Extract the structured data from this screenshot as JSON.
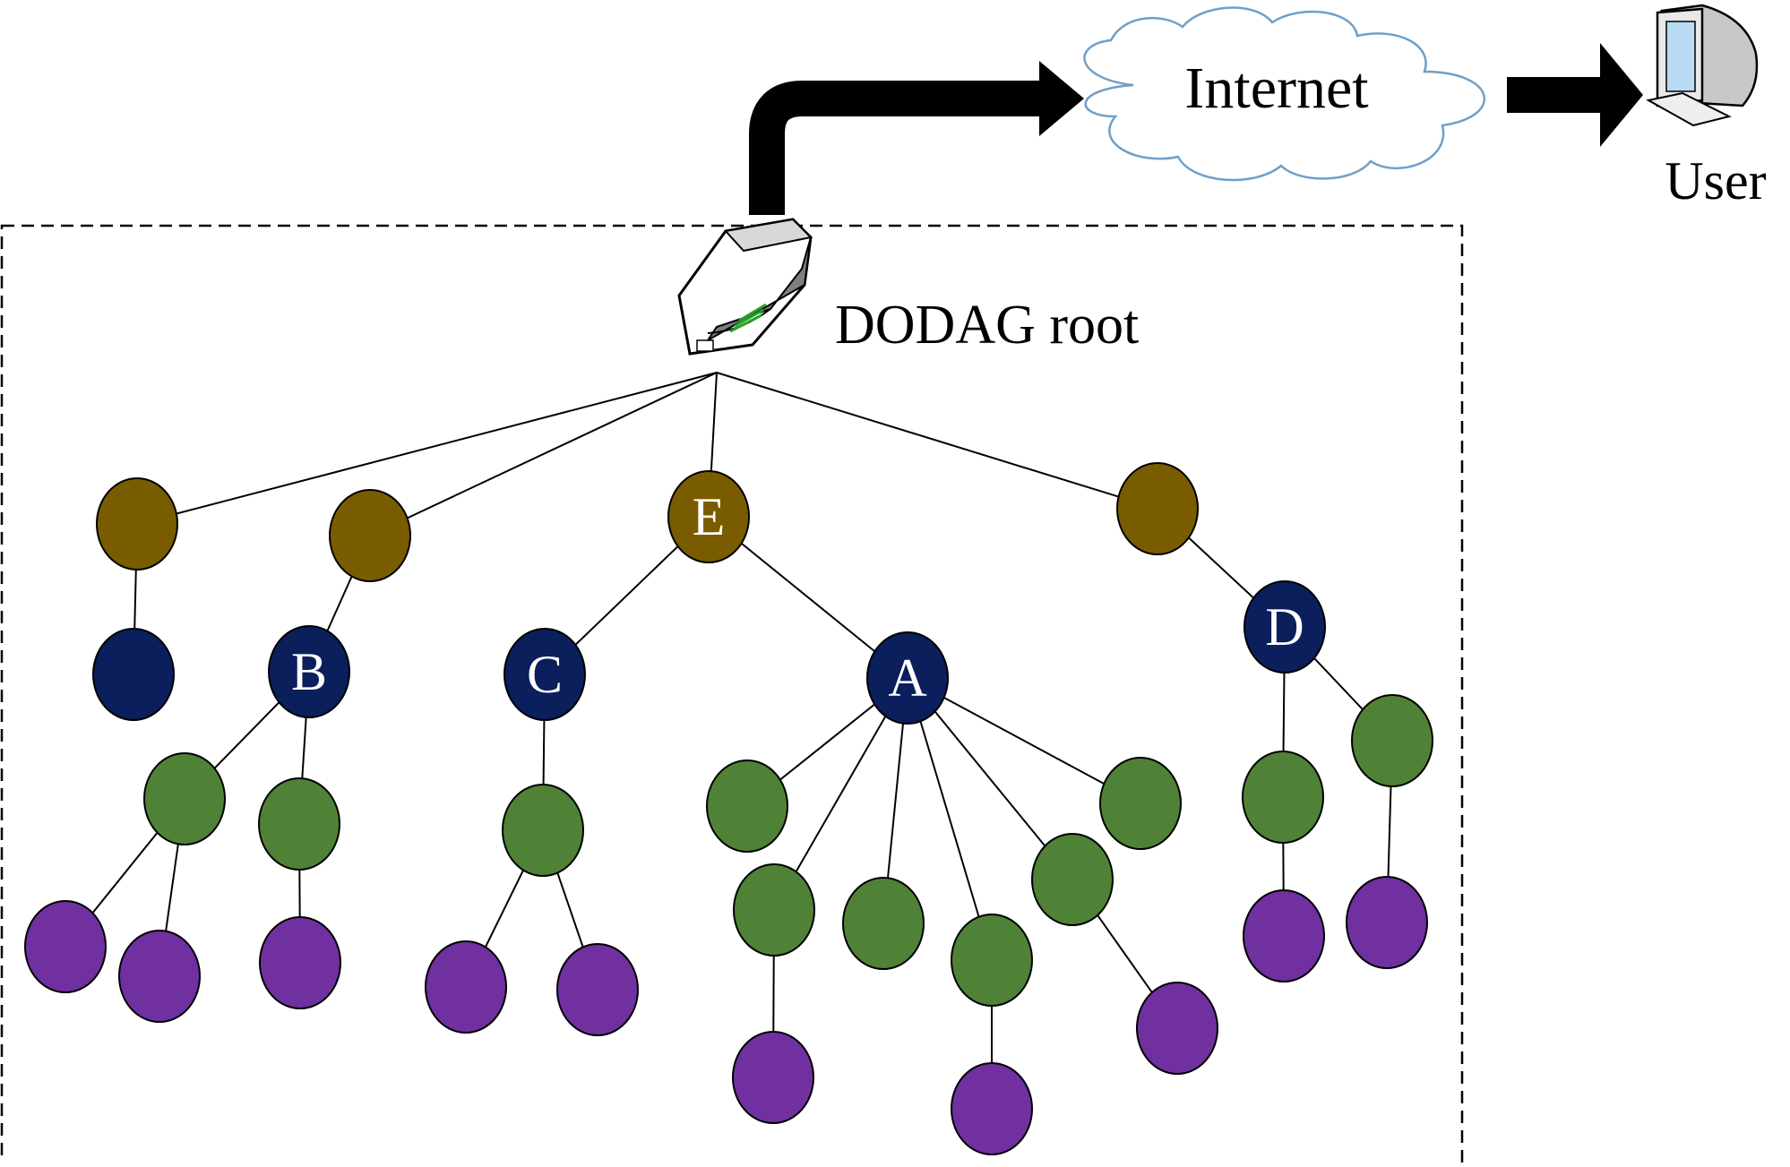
{
  "labels": {
    "internet": "Internet",
    "user": "User",
    "root": "DODAG root"
  },
  "nodes": [
    {
      "id": "n1",
      "level": 1,
      "label": ""
    },
    {
      "id": "n2",
      "level": 1,
      "label": ""
    },
    {
      "id": "E",
      "level": 1,
      "label": "E"
    },
    {
      "id": "n4",
      "level": 1,
      "label": ""
    },
    {
      "id": "n5",
      "level": 2,
      "label": ""
    },
    {
      "id": "B",
      "level": 2,
      "label": "B"
    },
    {
      "id": "C",
      "level": 2,
      "label": "C"
    },
    {
      "id": "A",
      "level": 2,
      "label": "A"
    },
    {
      "id": "D",
      "level": 2,
      "label": "D"
    },
    {
      "id": "g1",
      "level": 3,
      "label": ""
    },
    {
      "id": "g2",
      "level": 3,
      "label": ""
    },
    {
      "id": "g3",
      "level": 3,
      "label": ""
    },
    {
      "id": "g4",
      "level": 3,
      "label": ""
    },
    {
      "id": "g5",
      "level": 3,
      "label": ""
    },
    {
      "id": "g6",
      "level": 3,
      "label": ""
    },
    {
      "id": "g7",
      "level": 3,
      "label": ""
    },
    {
      "id": "g8",
      "level": 3,
      "label": ""
    },
    {
      "id": "g9",
      "level": 3,
      "label": ""
    },
    {
      "id": "g10",
      "level": 3,
      "label": ""
    },
    {
      "id": "g11",
      "level": 3,
      "label": ""
    },
    {
      "id": "p1",
      "level": 4,
      "label": ""
    },
    {
      "id": "p2",
      "level": 4,
      "label": ""
    },
    {
      "id": "p3",
      "level": 4,
      "label": ""
    },
    {
      "id": "p4",
      "level": 4,
      "label": ""
    },
    {
      "id": "p5",
      "level": 4,
      "label": ""
    },
    {
      "id": "p6",
      "level": 4,
      "label": ""
    },
    {
      "id": "p7",
      "level": 4,
      "label": ""
    },
    {
      "id": "p8",
      "level": 4,
      "label": ""
    },
    {
      "id": "p9",
      "level": 4,
      "label": ""
    },
    {
      "id": "p10",
      "level": 4,
      "label": ""
    }
  ],
  "edges": [
    [
      "root",
      "n1"
    ],
    [
      "root",
      "n2"
    ],
    [
      "root",
      "E"
    ],
    [
      "root",
      "n4"
    ],
    [
      "n1",
      "n5"
    ],
    [
      "n2",
      "B"
    ],
    [
      "E",
      "C"
    ],
    [
      "E",
      "A"
    ],
    [
      "n4",
      "D"
    ],
    [
      "B",
      "g1"
    ],
    [
      "B",
      "g2"
    ],
    [
      "C",
      "g3"
    ],
    [
      "A",
      "g4"
    ],
    [
      "A",
      "g5"
    ],
    [
      "A",
      "g6"
    ],
    [
      "A",
      "g7"
    ],
    [
      "A",
      "g8"
    ],
    [
      "A",
      "g9"
    ],
    [
      "D",
      "g10"
    ],
    [
      "D",
      "g11"
    ],
    [
      "g1",
      "p1"
    ],
    [
      "g1",
      "p2"
    ],
    [
      "g2",
      "p3"
    ],
    [
      "g3",
      "p4"
    ],
    [
      "g3",
      "p5"
    ],
    [
      "g5",
      "p6"
    ],
    [
      "g7",
      "p7"
    ],
    [
      "g8",
      "p8"
    ],
    [
      "g10",
      "p9"
    ],
    [
      "g11",
      "p10"
    ]
  ],
  "colors": {
    "level1": "#7a5c00",
    "level2": "#0a1f5c",
    "level3": "#4f8236",
    "level4": "#7030a0",
    "node_text": "#ffffff",
    "cloud_stroke": "#6f9fc8",
    "edge": "#000000"
  }
}
